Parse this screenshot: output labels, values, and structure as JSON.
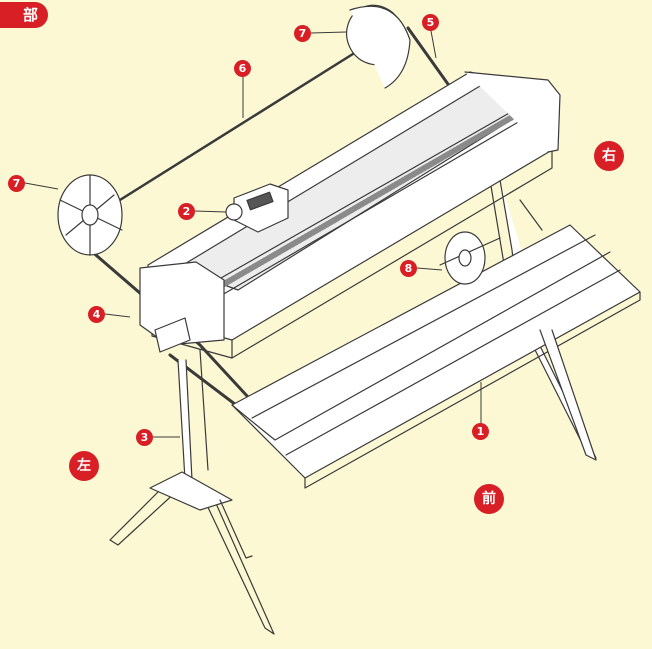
{
  "header": {
    "title": "部"
  },
  "directions": {
    "right": "右",
    "left": "左",
    "front": "前"
  },
  "callouts": {
    "c1": "1",
    "c2": "2",
    "c3": "3",
    "c4": "4",
    "c5": "5",
    "c6": "6",
    "c7a": "7",
    "c7b": "7",
    "c8": "8"
  },
  "colors": {
    "badge": "#d81f26",
    "background": "#fdf8d4",
    "line": "#3a3a3a"
  }
}
